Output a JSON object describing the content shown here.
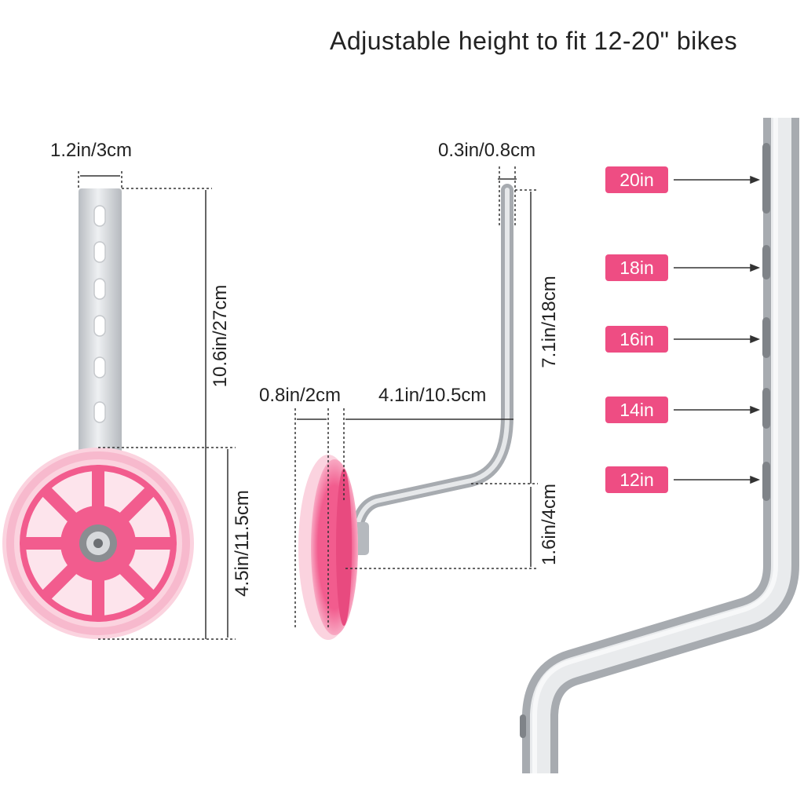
{
  "headline": "Adjustable height to fit 12-20\" bikes",
  "dimensions": {
    "bracket_width": "1.2in/3cm",
    "total_height": "10.6in/27cm",
    "wheel_diameter": "4.5in/11.5cm",
    "bar_thickness": "0.3in/0.8cm",
    "arm_height": "7.1in/18cm",
    "wheel_width": "0.8in/2cm",
    "arm_offset": "4.1in/10.5cm",
    "axle_drop": "1.6in/4cm"
  },
  "height_badges": [
    "20in",
    "18in",
    "16in",
    "14in",
    "12in"
  ],
  "colors": {
    "accent_pink": "#ee4d83",
    "wheel_pink": "#f25c8e",
    "wheel_rim": "#fbd3df",
    "metal": "#cfd2d6",
    "metal_dark": "#9ea2a8",
    "text": "#222222"
  }
}
